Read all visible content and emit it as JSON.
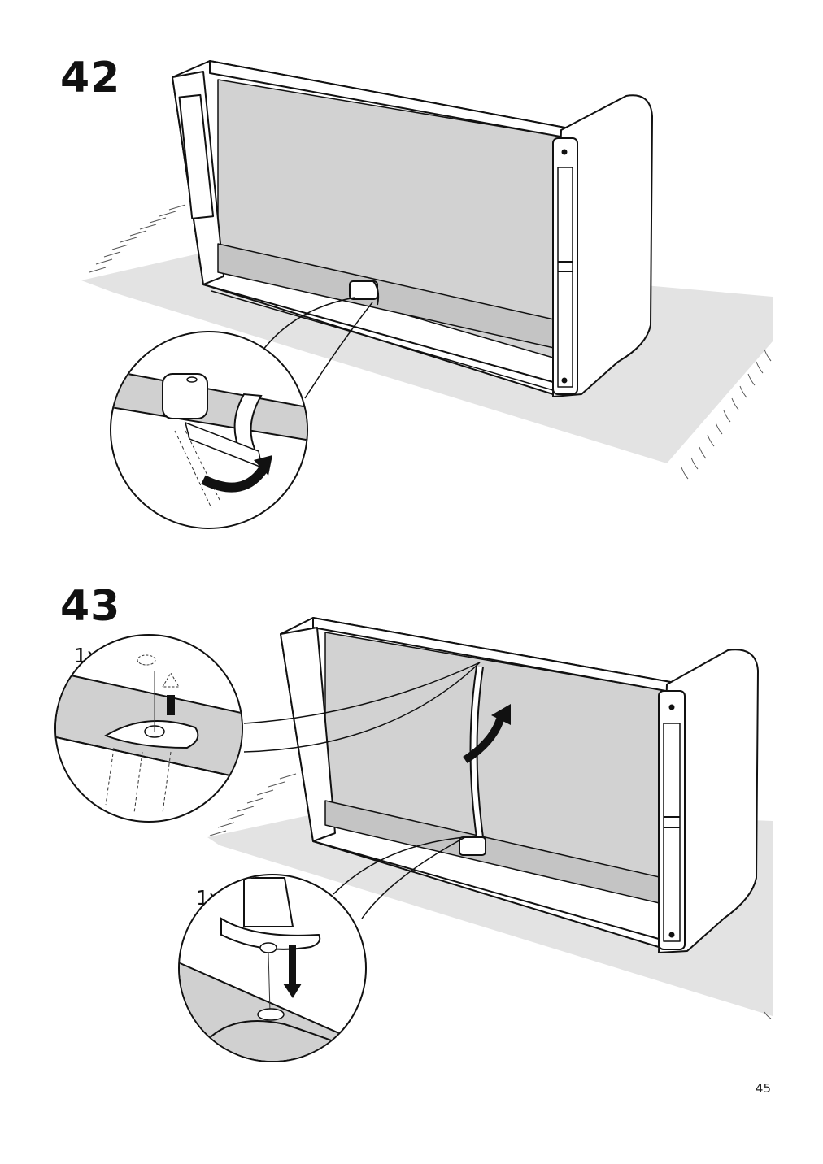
{
  "steps": [
    {
      "number": "42"
    },
    {
      "number": "43",
      "callout_top_qty": "1x",
      "callout_bottom_qty": "1x"
    }
  ],
  "page_number": "45"
}
